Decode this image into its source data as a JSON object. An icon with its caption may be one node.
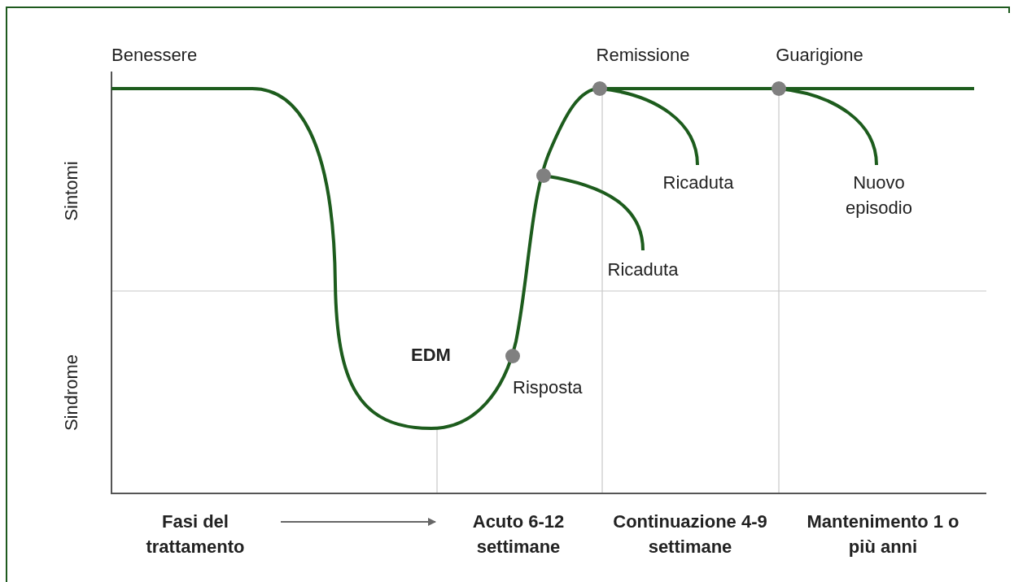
{
  "diagram": {
    "nodes": [
      {
        "text": [
          "Fasi del trattamento"
        ]
      },
      {
        "text": [
          "Acuto 6-12 settimane"
        ]
      }
    ],
    "edges": [
      {
        "from": 0,
        "to": 1,
        "arrow": "to"
      }
    ],
    "labels": [
      "Benessere",
      "Remissione",
      "Guarigione",
      "Sintomi",
      "Ricaduta",
      "Nuovo episodio",
      "Ricaduta",
      "EDM",
      "Risposta",
      "Sindrome",
      "Continuazione 4-9 settimane",
      "Mantenimento 1 o più anni"
    ]
  }
}
